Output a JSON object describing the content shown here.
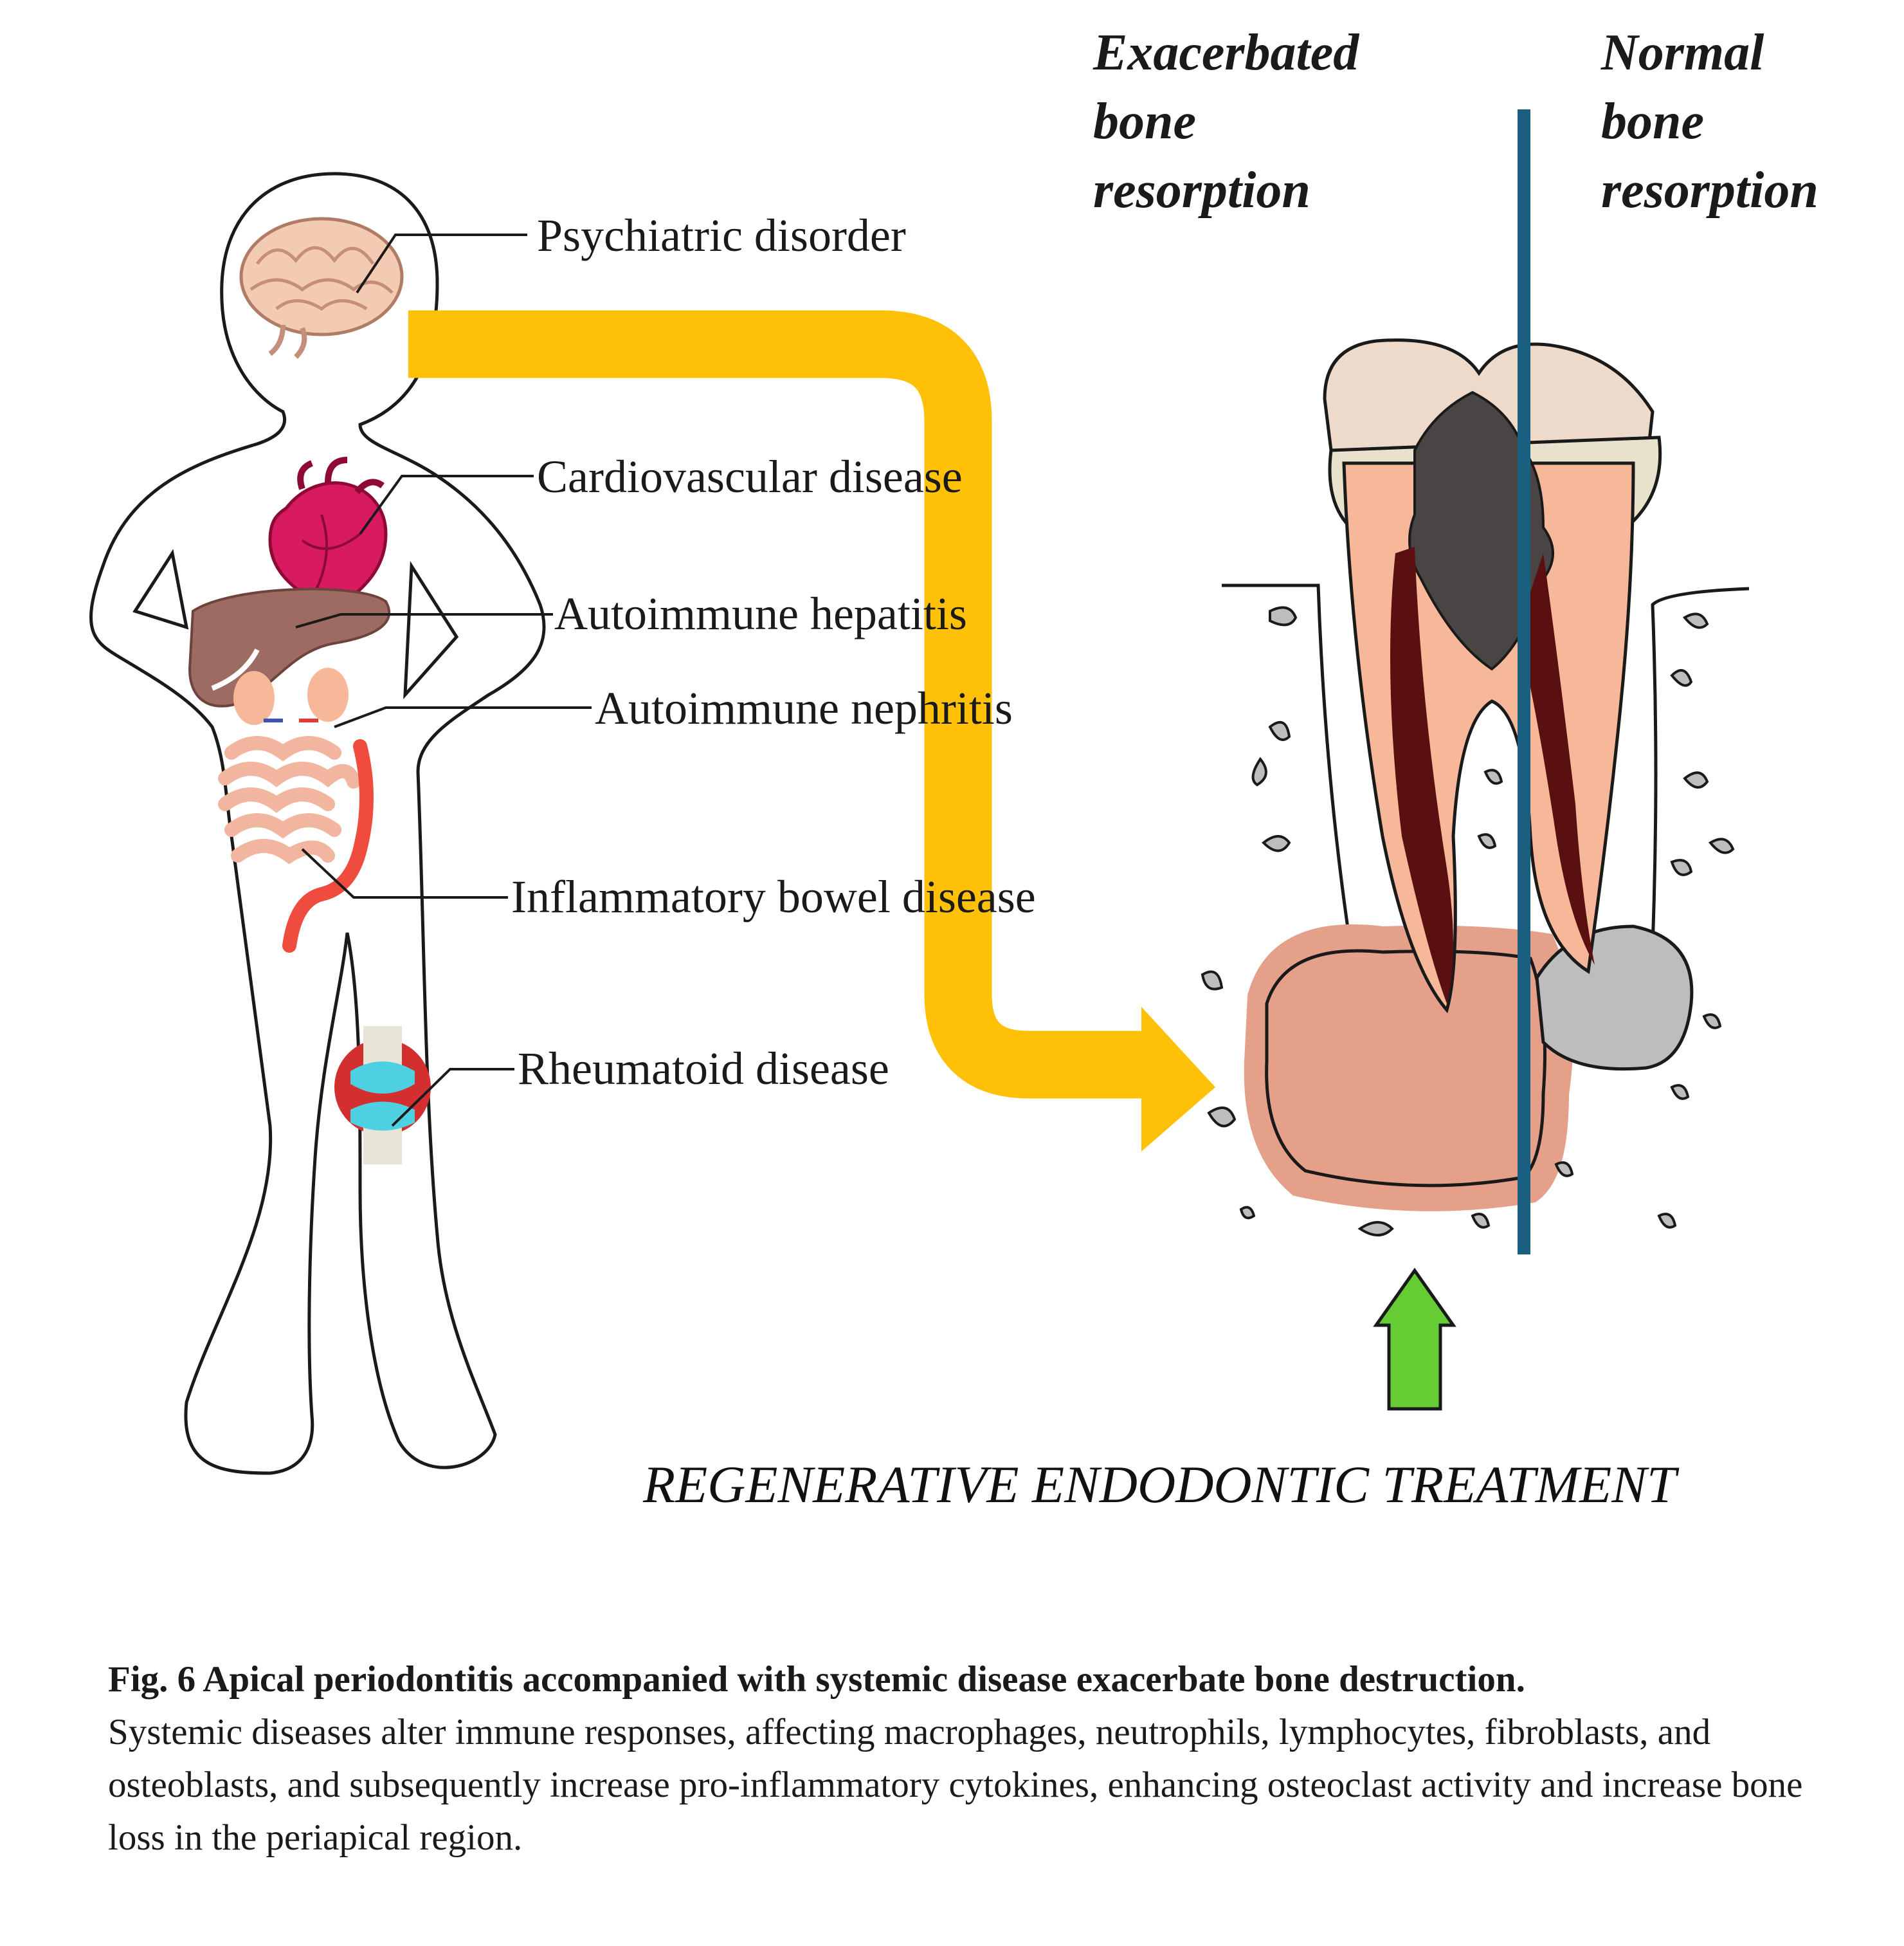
{
  "headers": {
    "exacerbated": [
      "Exacerbated",
      "bone",
      "resorption"
    ],
    "normal": [
      "Normal",
      "bone",
      "resorption"
    ]
  },
  "organ_labels": {
    "brain": "Psychiatric disorder",
    "heart": "Cardiovascular disease",
    "liver": "Autoimmune hepatitis",
    "kidney": "Autoimmune nephritis",
    "bowel": "Inflammatory bowel disease",
    "joint": "Rheumatoid disease"
  },
  "treatment_label": "REGENERATIVE ENDODONTIC TREATMENT",
  "caption": {
    "title": "Fig. 6 Apical periodontitis accompanied with systemic disease exacerbate bone destruction.",
    "body": "Systemic diseases alter immune responses, affecting macrophages, neutrophils, lymphocytes, fibroblasts, and osteoblasts, and subsequently increase pro-inflammatory cytokines, enhancing osteoclast activity and increase bone loss in the periapical region."
  },
  "colors": {
    "flow_arrow": "#FFC107",
    "treatment_arrow": "#66CC33",
    "divider": "#1A5E80",
    "lesion_exacerbated": "#E5A08A",
    "lesion_normal": "#BDBDBD"
  }
}
